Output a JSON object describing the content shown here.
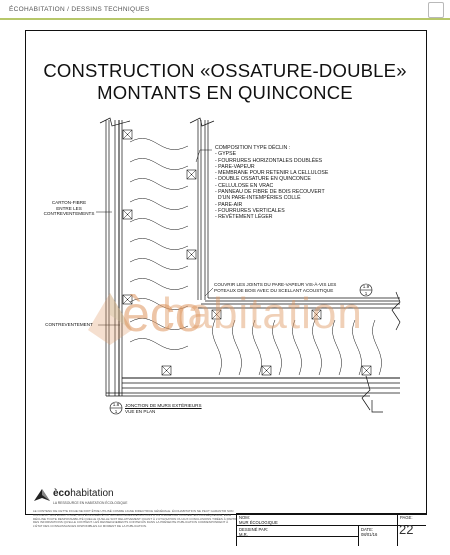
{
  "header": {
    "section": "ÉCOHABITATION / DESSINS TECHNIQUES"
  },
  "title": {
    "line1": "CONSTRUCTION «OSSATURE-DOUBLE»",
    "line2": "MONTANTS EN QUINCONCE"
  },
  "composition": {
    "heading": "COMPOSITION TYPE DÉCLIN :",
    "items": [
      "- GYPSE",
      "- FOURRURES HORIZONTALES DOUBLÉES",
      "- PARE-VAPEUR",
      "- MEMBRANE POUR RETENIR LA CELLULOSE",
      "- DOUBLE OSSATURE EN QUINCONCE",
      "- CELLULOSE EN VRAC",
      "- PANNEAU DE FIBRE DE BOIS RECOUVERT",
      "  D'UN PARE-INTEMPÉRIES COLLÉ",
      "- PARE-AIR",
      "- FOURRURES VERTICALES",
      "- REVÊTEMENT LÉGER"
    ]
  },
  "labels": {
    "carton1": "CARTON-FIBRE",
    "carton2": "ENTRE LES",
    "carton3": "CONTREVENTEMENTS",
    "contrev": "CONTREVENTEMENT",
    "joints1": "COUVRIR LES JOINTS DU PARE-VAPEUR VIS-À-VIS LES",
    "joints2": "POTEAUX DE BOIS AVEC DU SCELLANT ACOUSTIQUE",
    "detail_num": "1.8",
    "detail_sheet": "1",
    "detail1": "JONCTION DE MURS EXTÉRIEURS",
    "detail2": "VUE EN PLAN",
    "marker_num": "1.9",
    "marker_sheet": "1"
  },
  "watermark": {
    "e": "èco",
    "rest": "habitation"
  },
  "footer": {
    "brand_bold": "èco",
    "brand_rest": "habitation",
    "tagline": "LA RESSOURCE EN HABITATION ÉCOLOGIQUE",
    "disclaimer": "LE CONTENU DE CETTE FICHE NE DOIT ÊTRE UTILISÉ COMME LIGNE DIRECTRICE GÉNÉRALE. ÉCOHABITATION NE PEUT GARANTIR SON CONTENU. SON EXACTITUDE, SON ÉTANCHÉITÉ OU SA PERFORMANCE AUX FINS D'UN USAGE PARTICULIER. EN CONSÉQUENCE, ELLE DÉCLINE TOUTE RESPONSABILITÉ QUELLE QU'ELLE SOIT RELATIVEMENT QUANT À L'UTILISATION OU AUX CONCLUSIONS TIRÉES À PARTIR DES INFORMATIONS QU'ELLE CONTIENT. LES RENSEIGNEMENTS CONTENUS DANS LA PRÉSENTE PUBLICATION CORRESPONDENT À L'ÉTAT DES CONNAISSANCES DISPONIBLES AU MOMENT DE LA PUBLICATION.",
    "nom_label": "NOM:",
    "nom_value": "MUR ÉCOLOGIQUE",
    "dessine_label": "DESSINÉ PAR:",
    "dessine_value": "M.R.",
    "date_label": "DATE:",
    "date_value": "08/01/16",
    "page_label": "PAGE:",
    "page_value": "22"
  },
  "colors": {
    "accent": "#b7c76a",
    "watermark": "#de965f"
  }
}
